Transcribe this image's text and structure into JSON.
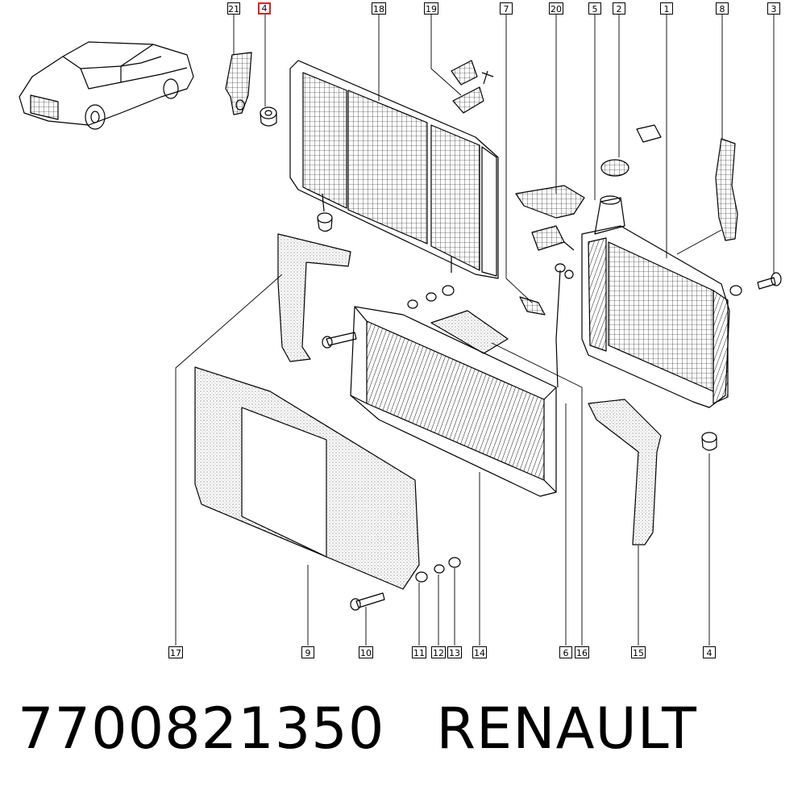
{
  "callouts": [
    {
      "id": "21",
      "label": "21"
    },
    {
      "id": "4-top",
      "label": "4",
      "highlighted": true
    },
    {
      "id": "18",
      "label": "18"
    },
    {
      "id": "19",
      "label": "19"
    },
    {
      "id": "7",
      "label": "7"
    },
    {
      "id": "20",
      "label": "20"
    },
    {
      "id": "5",
      "label": "5"
    },
    {
      "id": "2",
      "label": "2"
    },
    {
      "id": "1",
      "label": "1"
    },
    {
      "id": "8",
      "label": "8"
    },
    {
      "id": "3",
      "label": "3"
    },
    {
      "id": "17",
      "label": "17"
    },
    {
      "id": "9",
      "label": "9"
    },
    {
      "id": "10",
      "label": "10"
    },
    {
      "id": "11",
      "label": "11"
    },
    {
      "id": "12",
      "label": "12"
    },
    {
      "id": "13",
      "label": "13"
    },
    {
      "id": "14",
      "label": "14"
    },
    {
      "id": "6",
      "label": "6"
    },
    {
      "id": "16",
      "label": "16"
    },
    {
      "id": "15",
      "label": "15"
    },
    {
      "id": "4-bottom",
      "label": "4"
    }
  ],
  "caption": {
    "part_number": "7700821350",
    "brand": "RENAULT"
  },
  "colors": {
    "line": "#000000",
    "highlight": "#e0201f",
    "background": "#ffffff"
  }
}
